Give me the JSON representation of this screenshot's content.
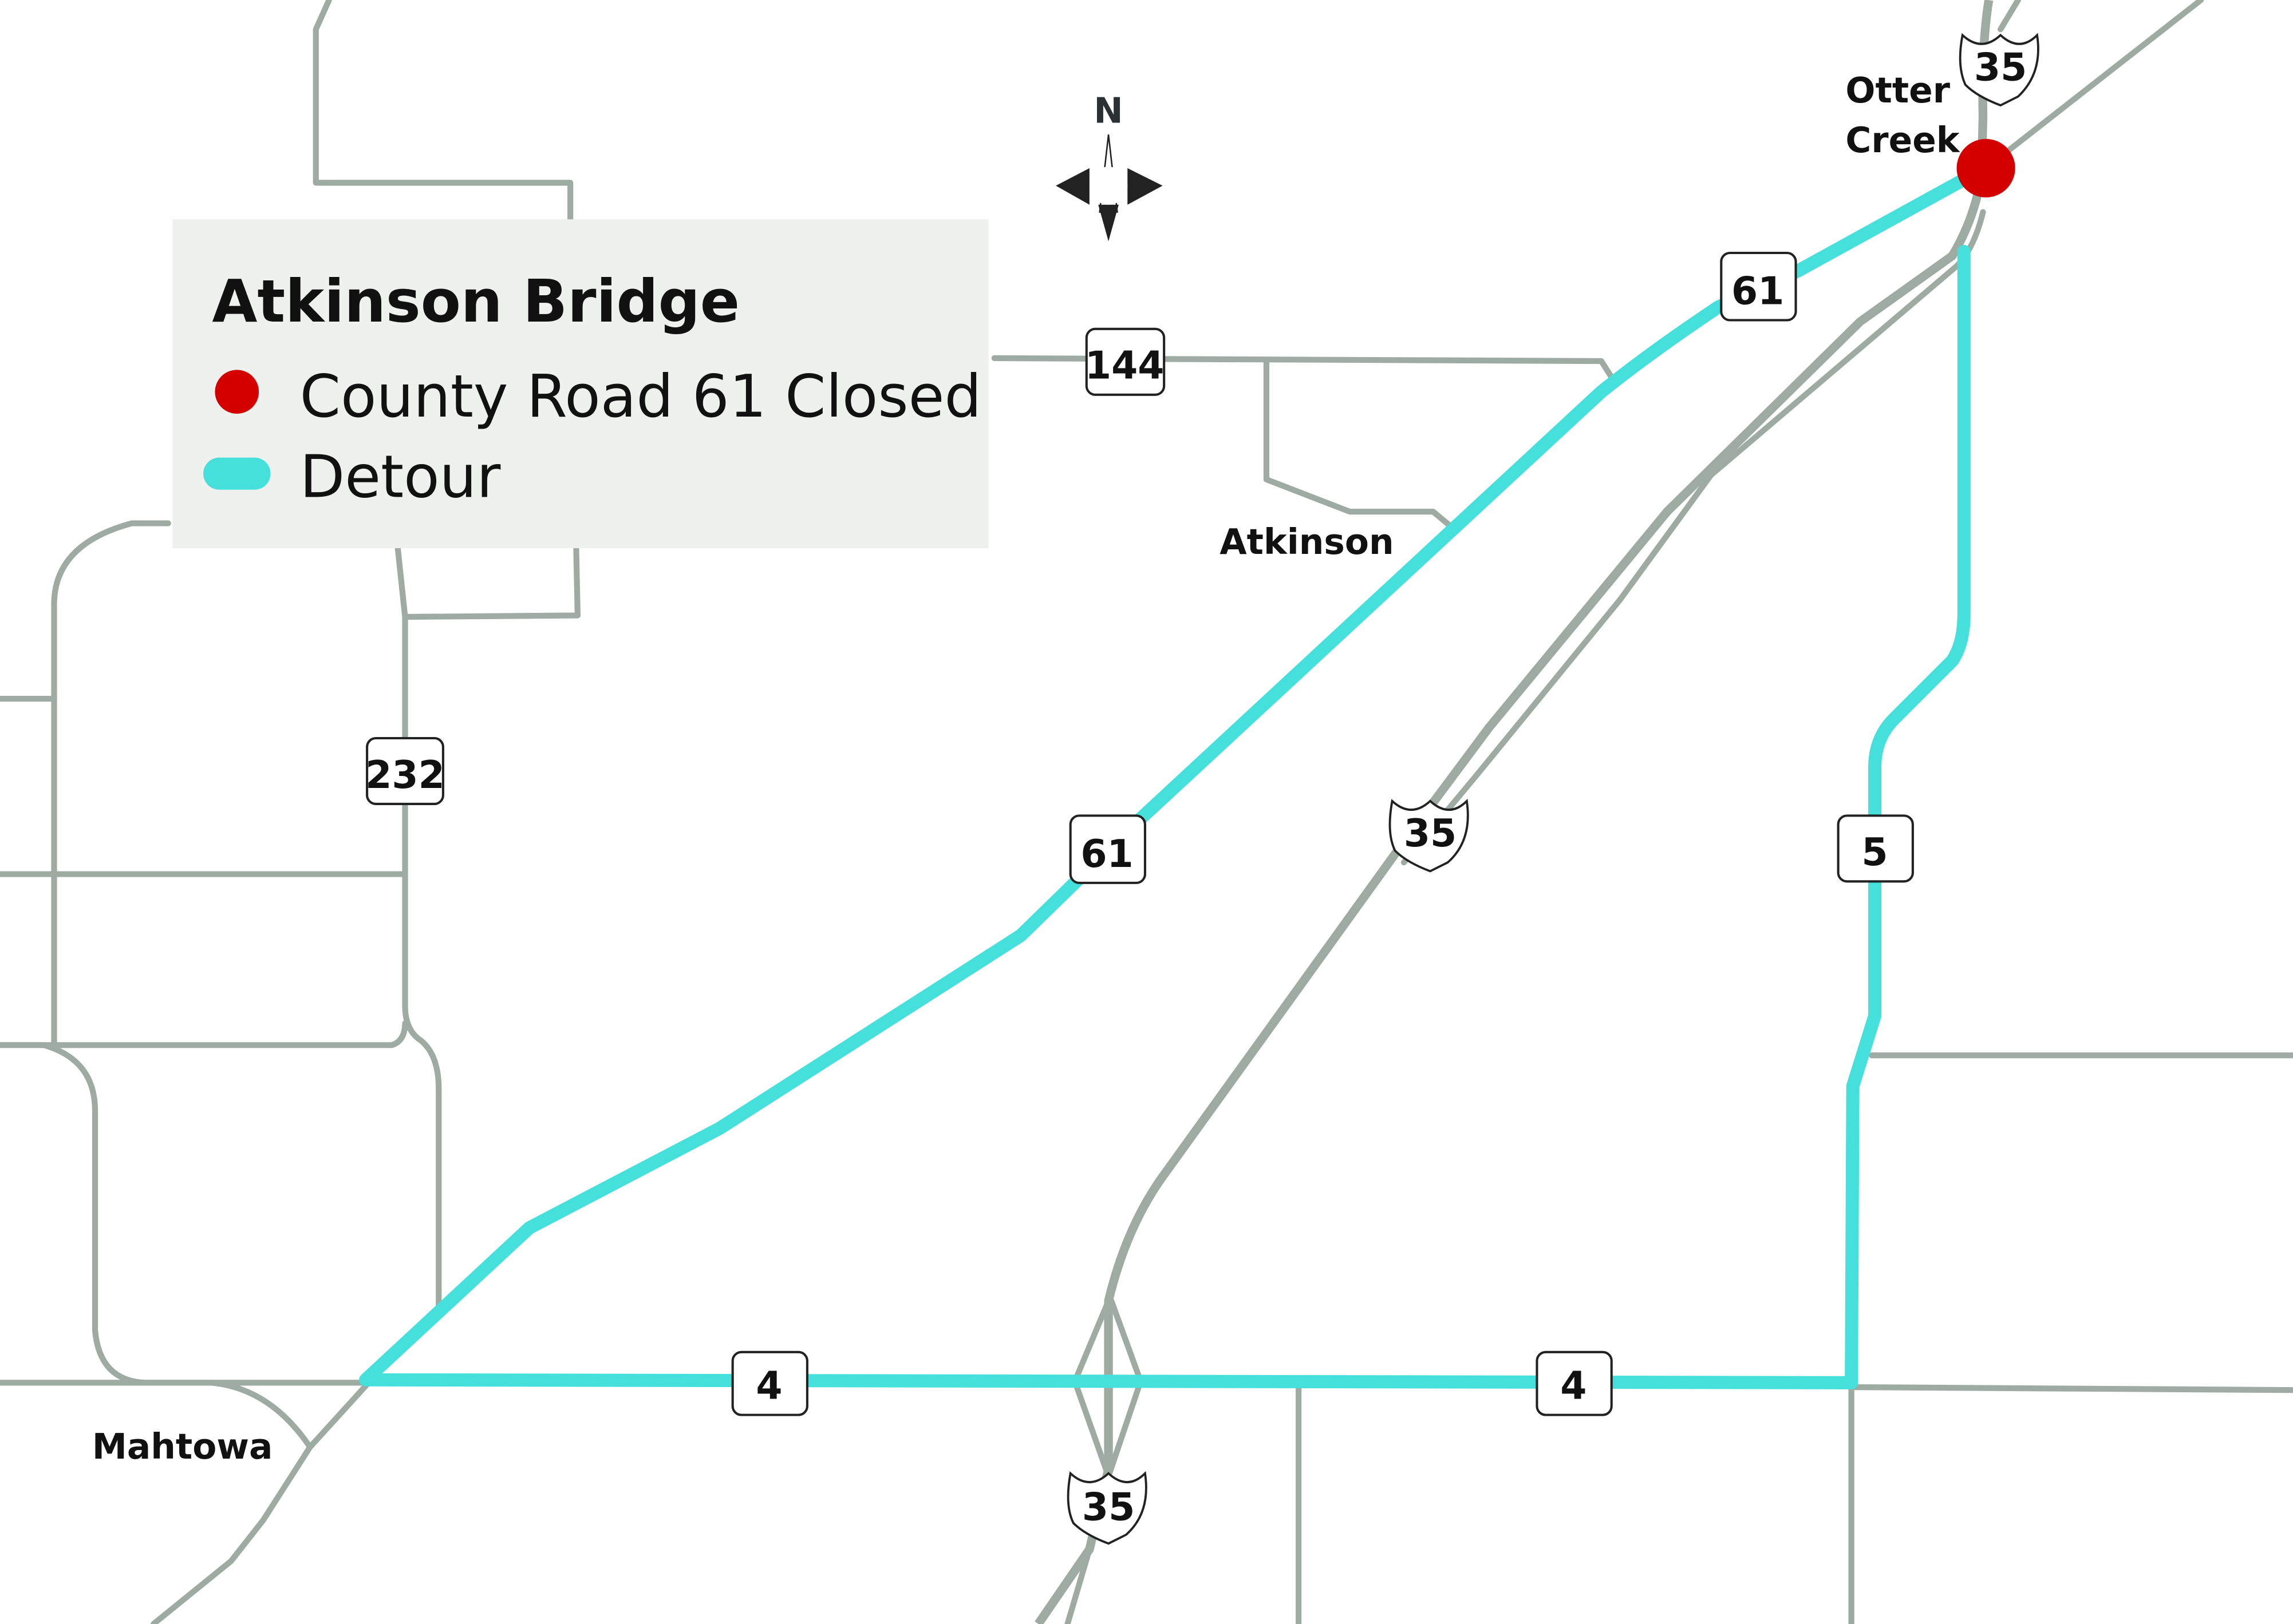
{
  "colors": {
    "road": "#9eaba2",
    "detour": "#45e0dc",
    "closed": "#d40000",
    "legend_bg": "#eef1ee"
  },
  "legend": {
    "title": "Atkinson Bridge",
    "items": [
      {
        "label": "County Road 61 Closed",
        "symbol": "red-dot"
      },
      {
        "label": "Detour",
        "symbol": "cyan-line"
      }
    ]
  },
  "compass": {
    "label": "N"
  },
  "places": {
    "otter_creek_1": "Otter",
    "otter_creek_2": "Creek",
    "atkinson": "Atkinson",
    "mahtowa": "Mahtowa"
  },
  "shields": {
    "i35_top": "35",
    "i35_mid": "35",
    "i35_bottom": "35",
    "r61_top": "61",
    "r61_mid": "61",
    "r144": "144",
    "r232": "232",
    "r5": "5",
    "r4_left": "4",
    "r4_right": "4"
  }
}
